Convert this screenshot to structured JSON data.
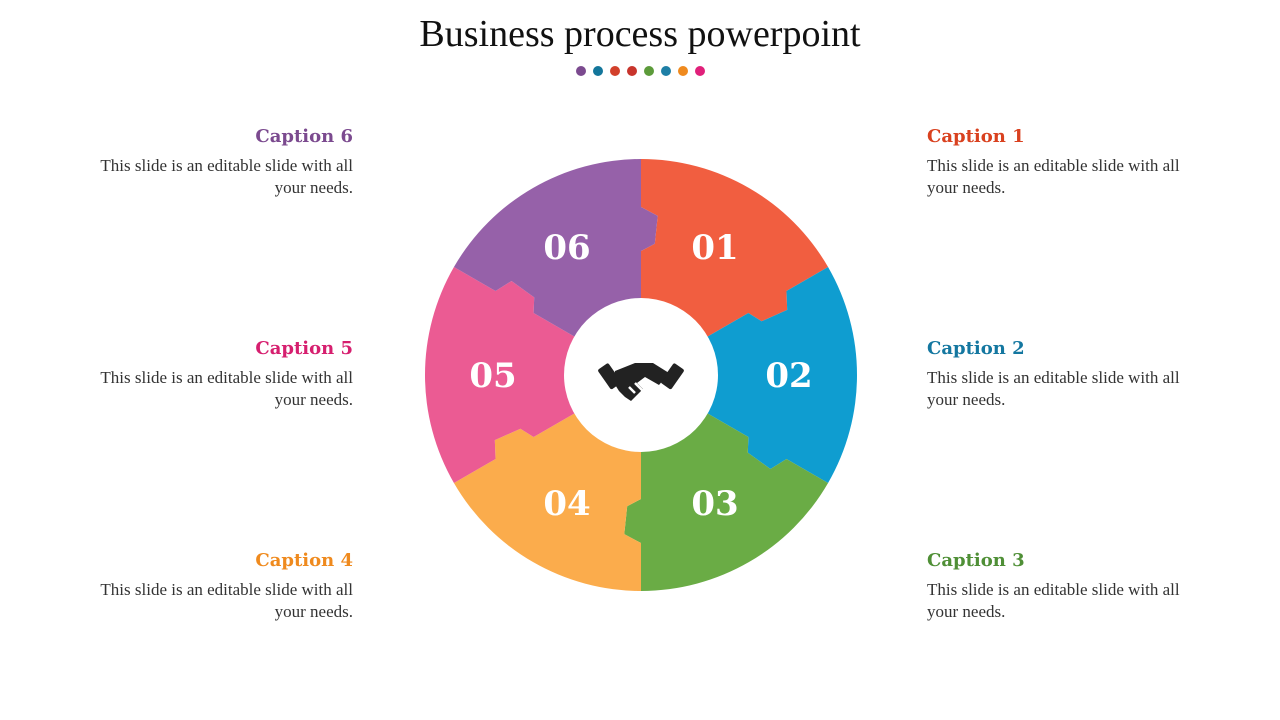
{
  "title": "Business process powerpoint",
  "dot_colors": [
    "#7b4a8f",
    "#13769b",
    "#d2402b",
    "#c8342c",
    "#5c9b3a",
    "#1e7fa6",
    "#ef8a1e",
    "#e0207a"
  ],
  "center_icon": "handshake-icon",
  "segments": [
    {
      "number": "01",
      "color": "#f15e40"
    },
    {
      "number": "02",
      "color": "#0f9dd0"
    },
    {
      "number": "03",
      "color": "#6aac45"
    },
    {
      "number": "04",
      "color": "#fbac4c"
    },
    {
      "number": "05",
      "color": "#eb5b93"
    },
    {
      "number": "06",
      "color": "#9661a9"
    }
  ],
  "captions": {
    "c1": {
      "title": "Caption 1",
      "text": "This slide is an editable slide with all your needs.",
      "color": "#d9411f"
    },
    "c2": {
      "title": "Caption 2",
      "text": "This slide is an editable slide with all your needs.",
      "color": "#1477a0"
    },
    "c3": {
      "title": "Caption 3",
      "text": "This slide is an editable slide with all your needs.",
      "color": "#4f8f36"
    },
    "c4": {
      "title": "Caption 4",
      "text": "This slide is an editable slide with all your needs.",
      "color": "#ef8a1e"
    },
    "c5": {
      "title": "Caption 5",
      "text": "This slide is an editable slide with all your needs.",
      "color": "#d61f6f"
    },
    "c6": {
      "title": "Caption 6",
      "text": "This slide is an editable slide with all your needs.",
      "color": "#7b4a8f"
    }
  }
}
